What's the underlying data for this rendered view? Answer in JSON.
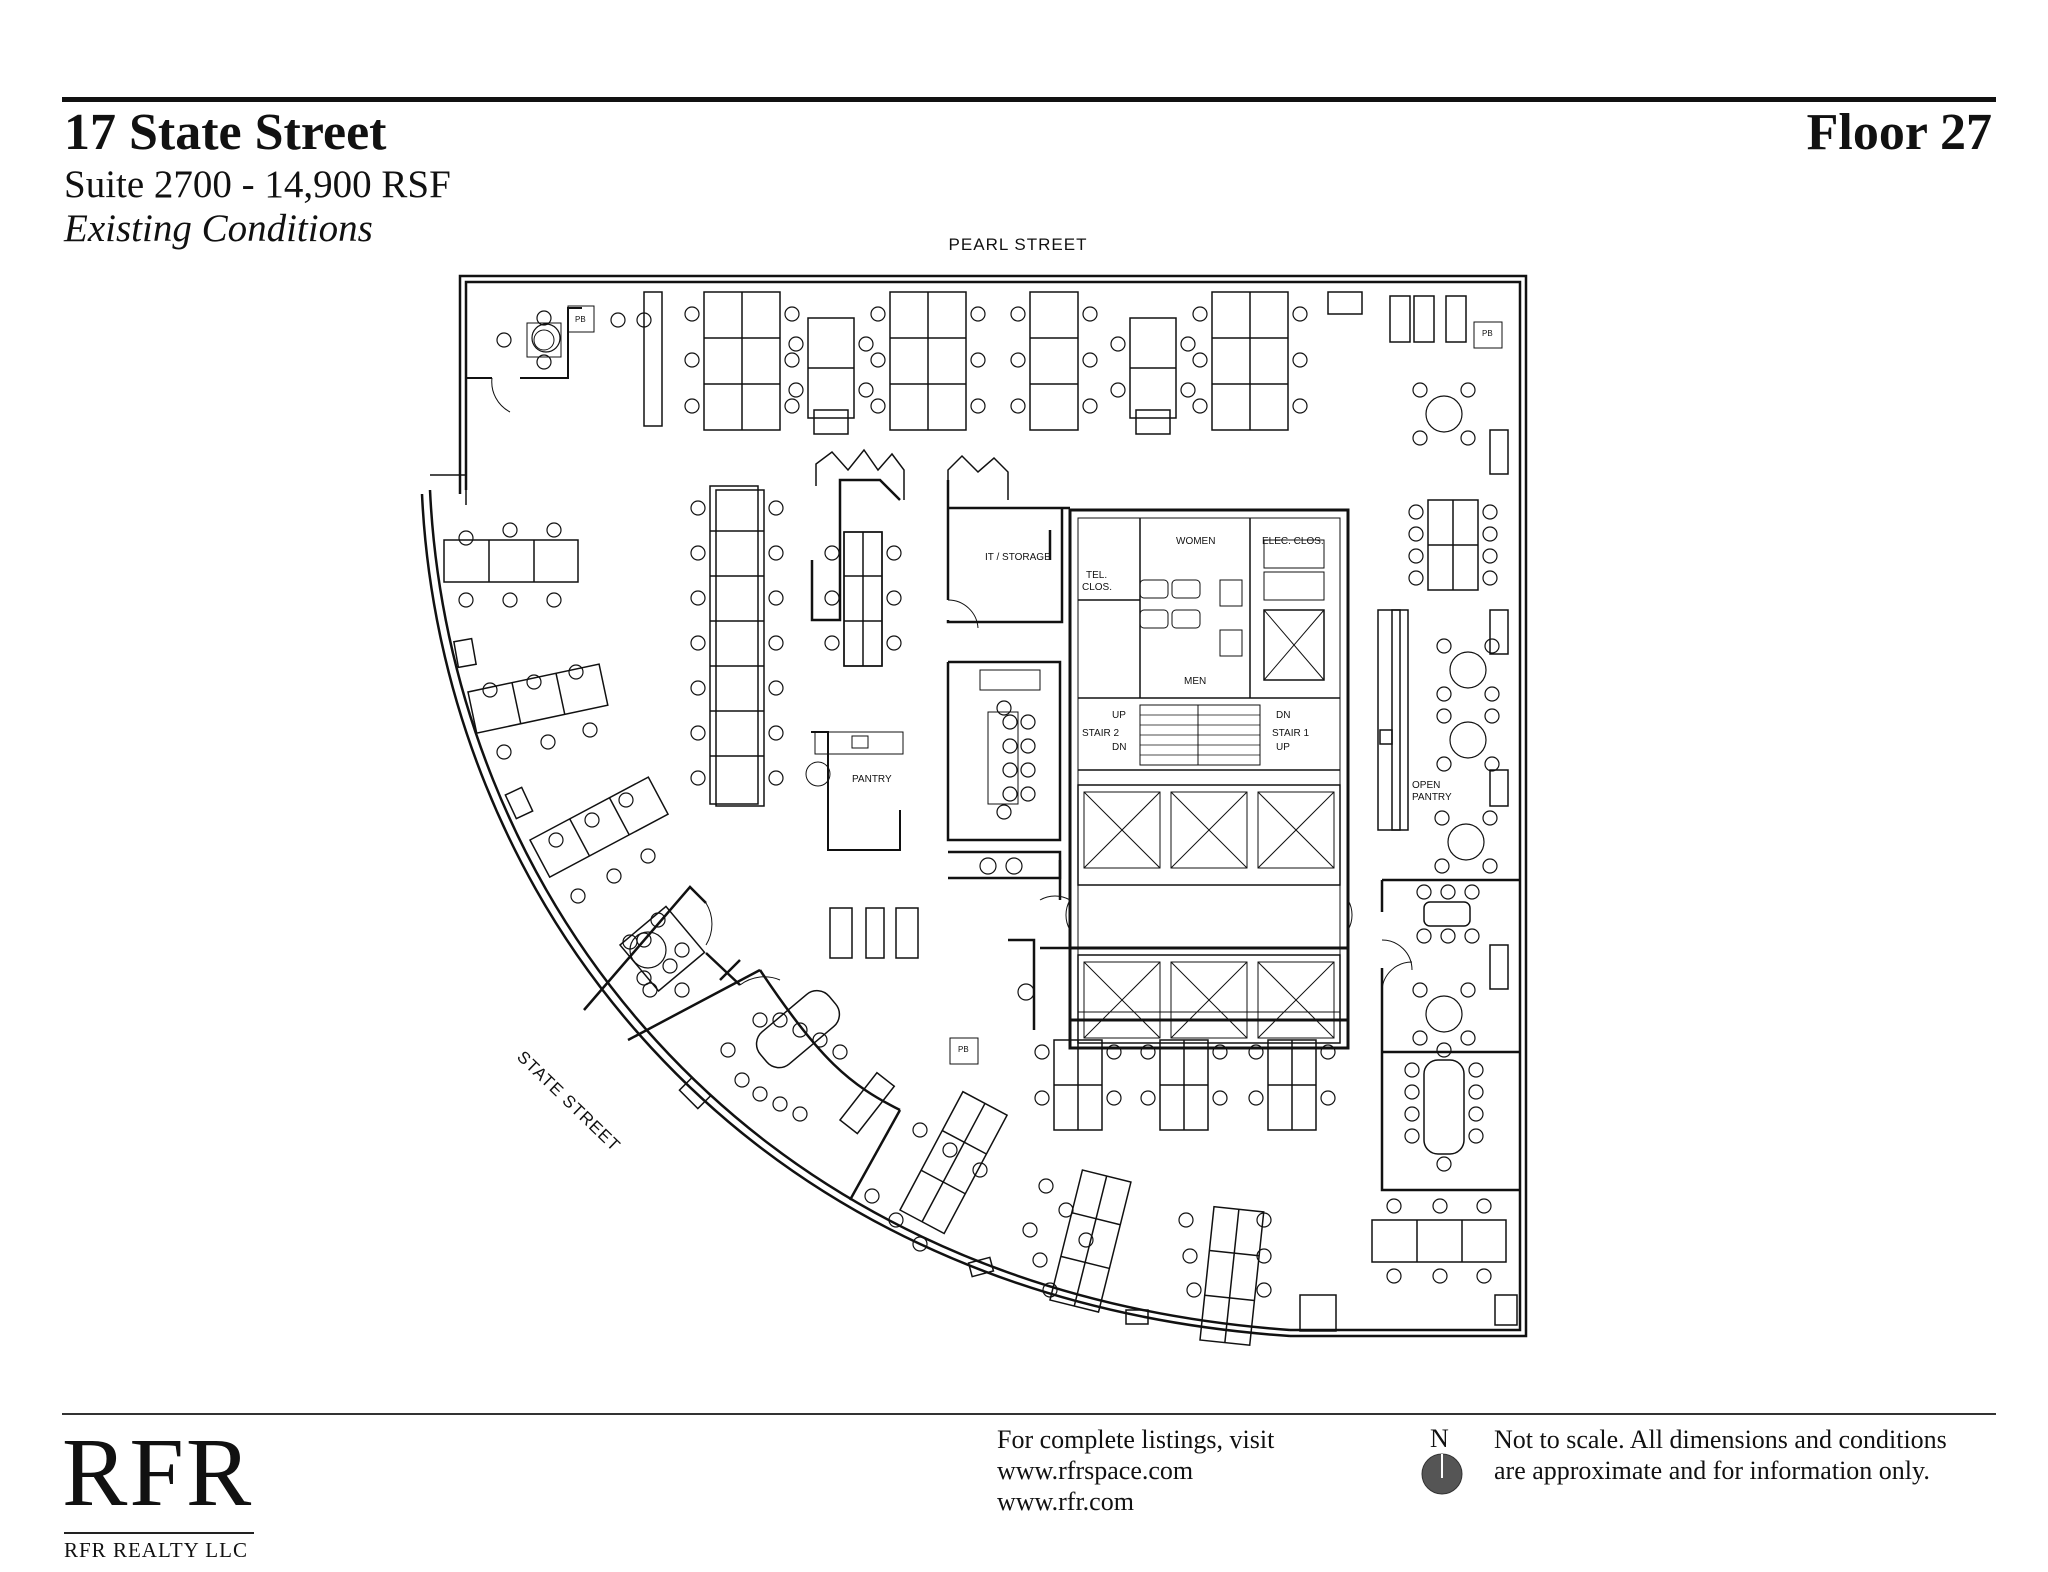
{
  "header": {
    "building": "17 State Street",
    "floor": "Floor 27",
    "suite": "Suite 2700 - 14,900 RSF",
    "conditions": "Existing Conditions"
  },
  "plan": {
    "streets": {
      "north": "PEARL   STREET",
      "southwest": "STATE   STREET"
    },
    "rooms": {
      "women": "WOMEN",
      "elec": "ELEC. CLOS.",
      "it": "IT / STORAGE",
      "tel1": "TEL.",
      "tel2": "CLOS.",
      "men": "MEN",
      "stair2": "STAIR 2",
      "stair1": "STAIR 1",
      "up": "UP",
      "dn": "DN",
      "pantry": "PANTRY",
      "open1": "OPEN",
      "open2": "PANTRY",
      "pb": "PB"
    }
  },
  "footer": {
    "logo": "RFR",
    "logo_sub": "RFR REALTY LLC",
    "listing_line1": "For complete listings, visit",
    "listing_line2": "www.rfrspace.com",
    "listing_line3": "www.rfr.com",
    "north_label": "N",
    "note_line1": "Not to scale. All dimensions and conditions",
    "note_line2": "are approximate and for information only."
  }
}
